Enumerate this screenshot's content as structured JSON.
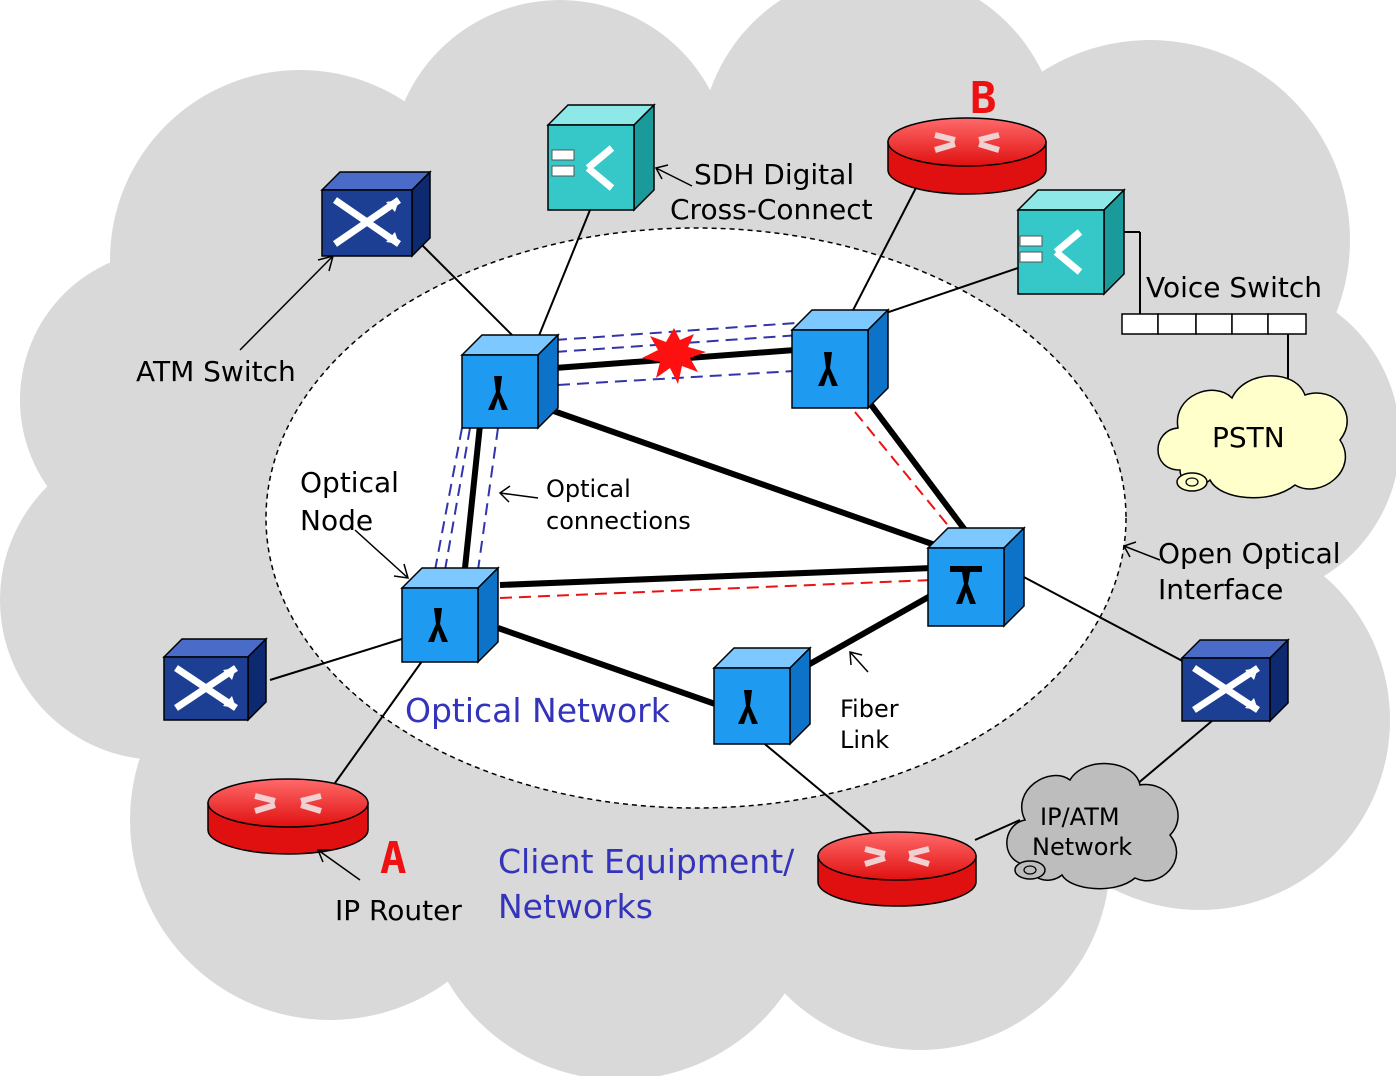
{
  "labels": {
    "sdh_line1": "SDH Digital",
    "sdh_line2": "Cross-Connect",
    "atm_switch": "ATM Switch",
    "voice_switch": "Voice Switch",
    "pstn": "PSTN",
    "optical_node_line1": "Optical",
    "optical_node_line2": "Node",
    "optical_conn_line1": "Optical",
    "optical_conn_line2": "connections",
    "open_optical_line1": "Open Optical",
    "open_optical_line2": "Interface",
    "optical_network": "Optical Network",
    "fiber_link_line1": "Fiber",
    "fiber_link_line2": "Link",
    "ipatm_line1": "IP/ATM",
    "ipatm_line2": "Network",
    "client_line1": "Client Equipment/",
    "client_line2": "Networks",
    "ip_router": "IP Router",
    "router_a": "A",
    "router_b": "B"
  },
  "colors": {
    "cloud": "#d9d9d9",
    "optical_node": "#1e9bf0",
    "atm_switch": "#1c3f94",
    "sdh_xc": "#36c8c8",
    "router": "#ee1111",
    "accent_blue": "#3333bb",
    "fault": "#ff0000"
  }
}
